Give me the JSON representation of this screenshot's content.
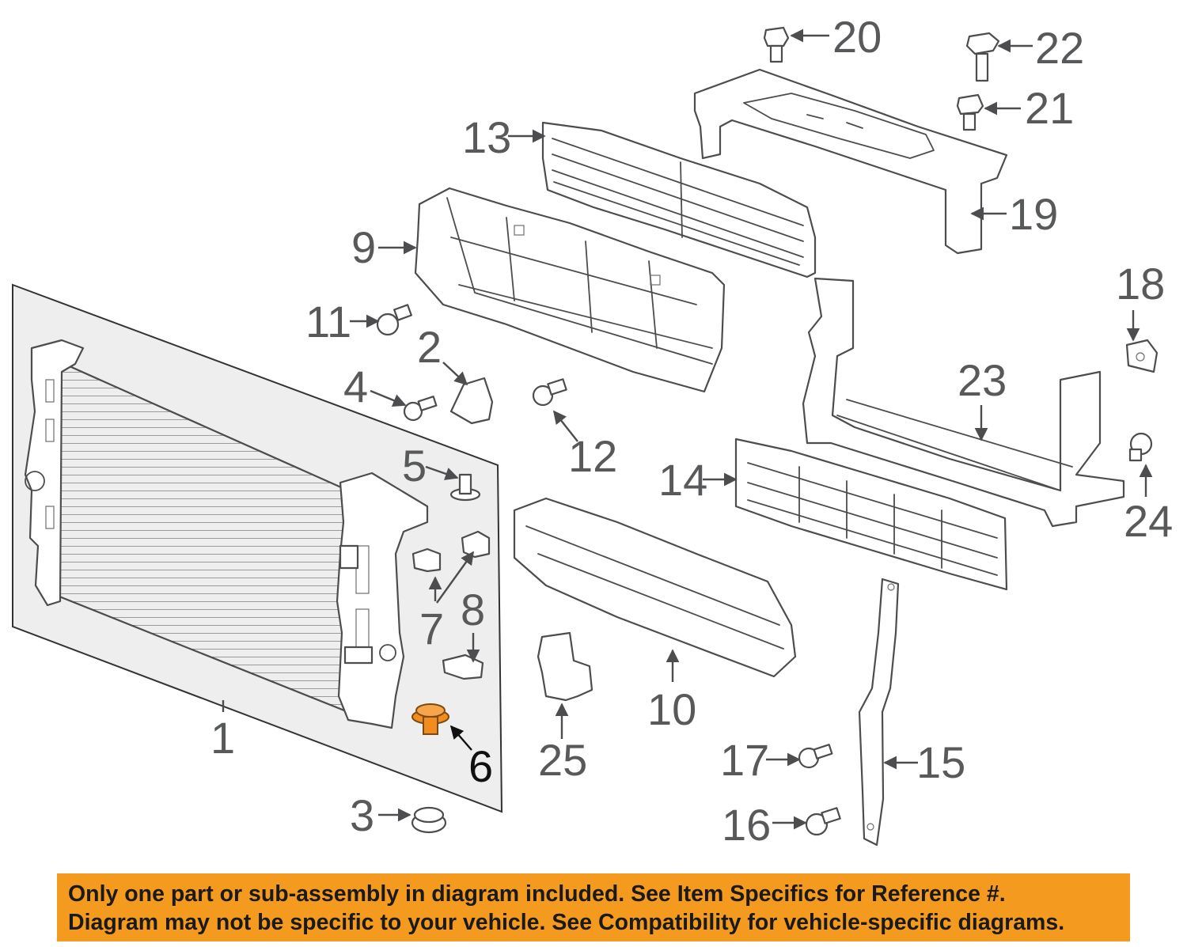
{
  "diagram": {
    "highlight_color": "#f28c1c",
    "line_color": "#4d4d4f",
    "callouts": [
      {
        "id": "1",
        "label": "1",
        "highlighted": false
      },
      {
        "id": "2",
        "label": "2",
        "highlighted": false
      },
      {
        "id": "3",
        "label": "3",
        "highlighted": false
      },
      {
        "id": "4",
        "label": "4",
        "highlighted": false
      },
      {
        "id": "5",
        "label": "5",
        "highlighted": false
      },
      {
        "id": "6",
        "label": "6",
        "highlighted": true
      },
      {
        "id": "7",
        "label": "7",
        "highlighted": false
      },
      {
        "id": "8",
        "label": "8",
        "highlighted": false
      },
      {
        "id": "9",
        "label": "9",
        "highlighted": false
      },
      {
        "id": "10",
        "label": "10",
        "highlighted": false
      },
      {
        "id": "11",
        "label": "11",
        "highlighted": false
      },
      {
        "id": "12",
        "label": "12",
        "highlighted": false
      },
      {
        "id": "13",
        "label": "13",
        "highlighted": false
      },
      {
        "id": "14",
        "label": "14",
        "highlighted": false
      },
      {
        "id": "15",
        "label": "15",
        "highlighted": false
      },
      {
        "id": "16",
        "label": "16",
        "highlighted": false
      },
      {
        "id": "17",
        "label": "17",
        "highlighted": false
      },
      {
        "id": "18",
        "label": "18",
        "highlighted": false
      },
      {
        "id": "19",
        "label": "19",
        "highlighted": false
      },
      {
        "id": "20",
        "label": "20",
        "highlighted": false
      },
      {
        "id": "21",
        "label": "21",
        "highlighted": false
      },
      {
        "id": "22",
        "label": "22",
        "highlighted": false
      },
      {
        "id": "23",
        "label": "23",
        "highlighted": false
      },
      {
        "id": "24",
        "label": "24",
        "highlighted": false
      },
      {
        "id": "25",
        "label": "25",
        "highlighted": false
      }
    ]
  },
  "notice": {
    "background": "#f39a1f",
    "line1": "Only one part or sub-assembly in diagram included. See Item Specifics for Reference #.",
    "line2": "Diagram may not be specific to your vehicle. See Compatibility for vehicle-specific diagrams."
  }
}
